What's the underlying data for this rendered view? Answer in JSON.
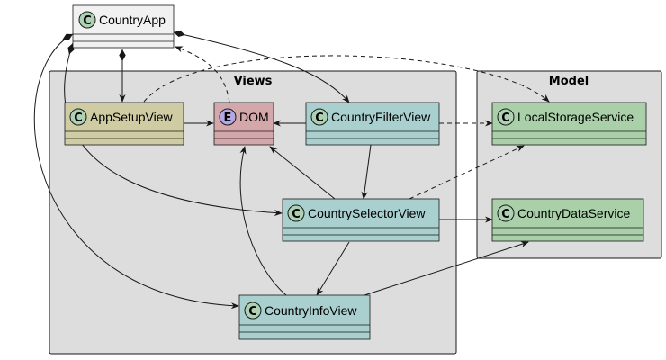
{
  "packages": {
    "views": "Views",
    "model": "Model"
  },
  "classes": {
    "country_app": {
      "name": "CountryApp",
      "stereotype": "C"
    },
    "app_setup_view": {
      "name": "AppSetupView",
      "stereotype": "C"
    },
    "dom": {
      "name": "DOM",
      "stereotype": "E"
    },
    "country_filter_view": {
      "name": "CountryFilterView",
      "stereotype": "C"
    },
    "local_storage_service": {
      "name": "LocalStorageService",
      "stereotype": "C"
    },
    "country_selector_view": {
      "name": "CountrySelectorView",
      "stereotype": "C"
    },
    "country_data_service": {
      "name": "CountryDataService",
      "stereotype": "C"
    },
    "country_info_view": {
      "name": "CountryInfoView",
      "stereotype": "C"
    }
  },
  "colors": {
    "package_fill": "#dddddd",
    "app_fill": "#f1f1f1",
    "setup_fill": "#cfcca3",
    "entity_fill": "#d4a8aa",
    "view_fill": "#a9cfcf",
    "model_fill": "#a9d0a9",
    "circle_c": "#add1b2",
    "circle_e": "#b4a7e5",
    "line": "#181818"
  }
}
